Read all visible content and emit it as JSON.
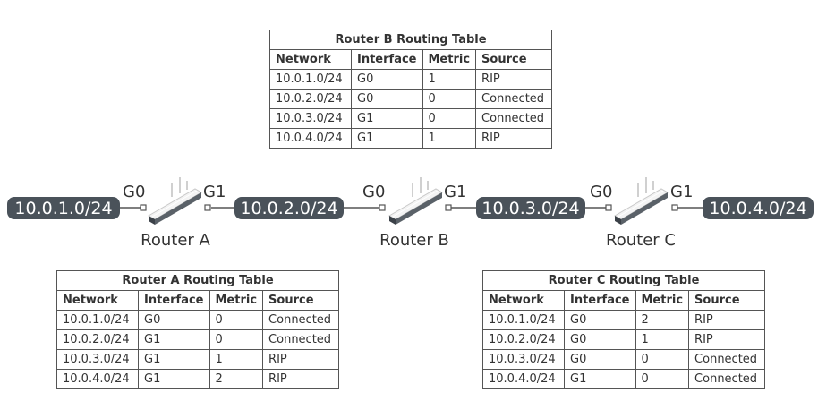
{
  "colors": {
    "network_fill": "#4a525a",
    "network_text": "#ffffff",
    "link": "#555555",
    "text": "#333333",
    "table_border": "#555555"
  },
  "routers": [
    {
      "name": "Router A",
      "ports": [
        "G0",
        "G1"
      ]
    },
    {
      "name": "Router B",
      "ports": [
        "G0",
        "G1"
      ]
    },
    {
      "name": "Router C",
      "ports": [
        "G0",
        "G1"
      ]
    }
  ],
  "networks": [
    "10.0.1.0/24",
    "10.0.2.0/24",
    "10.0.3.0/24",
    "10.0.4.0/24"
  ],
  "routing_tables": {
    "router_b": {
      "title": "Router B Routing Table",
      "headers": [
        "Network",
        "Interface",
        "Metric",
        "Source"
      ],
      "rows": [
        [
          "10.0.1.0/24",
          "G0",
          "1",
          "RIP"
        ],
        [
          "10.0.2.0/24",
          "G0",
          "0",
          "Connected"
        ],
        [
          "10.0.3.0/24",
          "G1",
          "0",
          "Connected"
        ],
        [
          "10.0.4.0/24",
          "G1",
          "1",
          "RIP"
        ]
      ]
    },
    "router_a": {
      "title": "Router A Routing Table",
      "headers": [
        "Network",
        "Interface",
        "Metric",
        "Source"
      ],
      "rows": [
        [
          "10.0.1.0/24",
          "G0",
          "0",
          "Connected"
        ],
        [
          "10.0.2.0/24",
          "G1",
          "0",
          "Connected"
        ],
        [
          "10.0.3.0/24",
          "G1",
          "1",
          "RIP"
        ],
        [
          "10.0.4.0/24",
          "G1",
          "2",
          "RIP"
        ]
      ]
    },
    "router_c": {
      "title": "Router C Routing Table",
      "headers": [
        "Network",
        "Interface",
        "Metric",
        "Source"
      ],
      "rows": [
        [
          "10.0.1.0/24",
          "G0",
          "2",
          "RIP"
        ],
        [
          "10.0.2.0/24",
          "G0",
          "1",
          "RIP"
        ],
        [
          "10.0.3.0/24",
          "G0",
          "0",
          "Connected"
        ],
        [
          "10.0.4.0/24",
          "G1",
          "0",
          "Connected"
        ]
      ]
    }
  }
}
